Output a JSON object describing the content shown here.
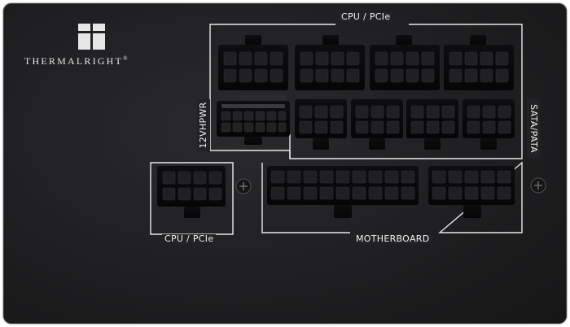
{
  "brand": {
    "name": "THERMALRIGHT",
    "registered": "®"
  },
  "labels": {
    "cpu_pcie_top": "CPU / PCIe",
    "cpu_pcie_bottom": "CPU / PCIe",
    "hpwr": "12VHPWR",
    "sata": "SATA/PATA",
    "motherboard": "MOTHERBOARD"
  },
  "colors": {
    "panel": "#1f1f21",
    "socket": "#0b0b0c",
    "pin": "#1c1c1e",
    "outline": "#e9e9e9"
  }
}
